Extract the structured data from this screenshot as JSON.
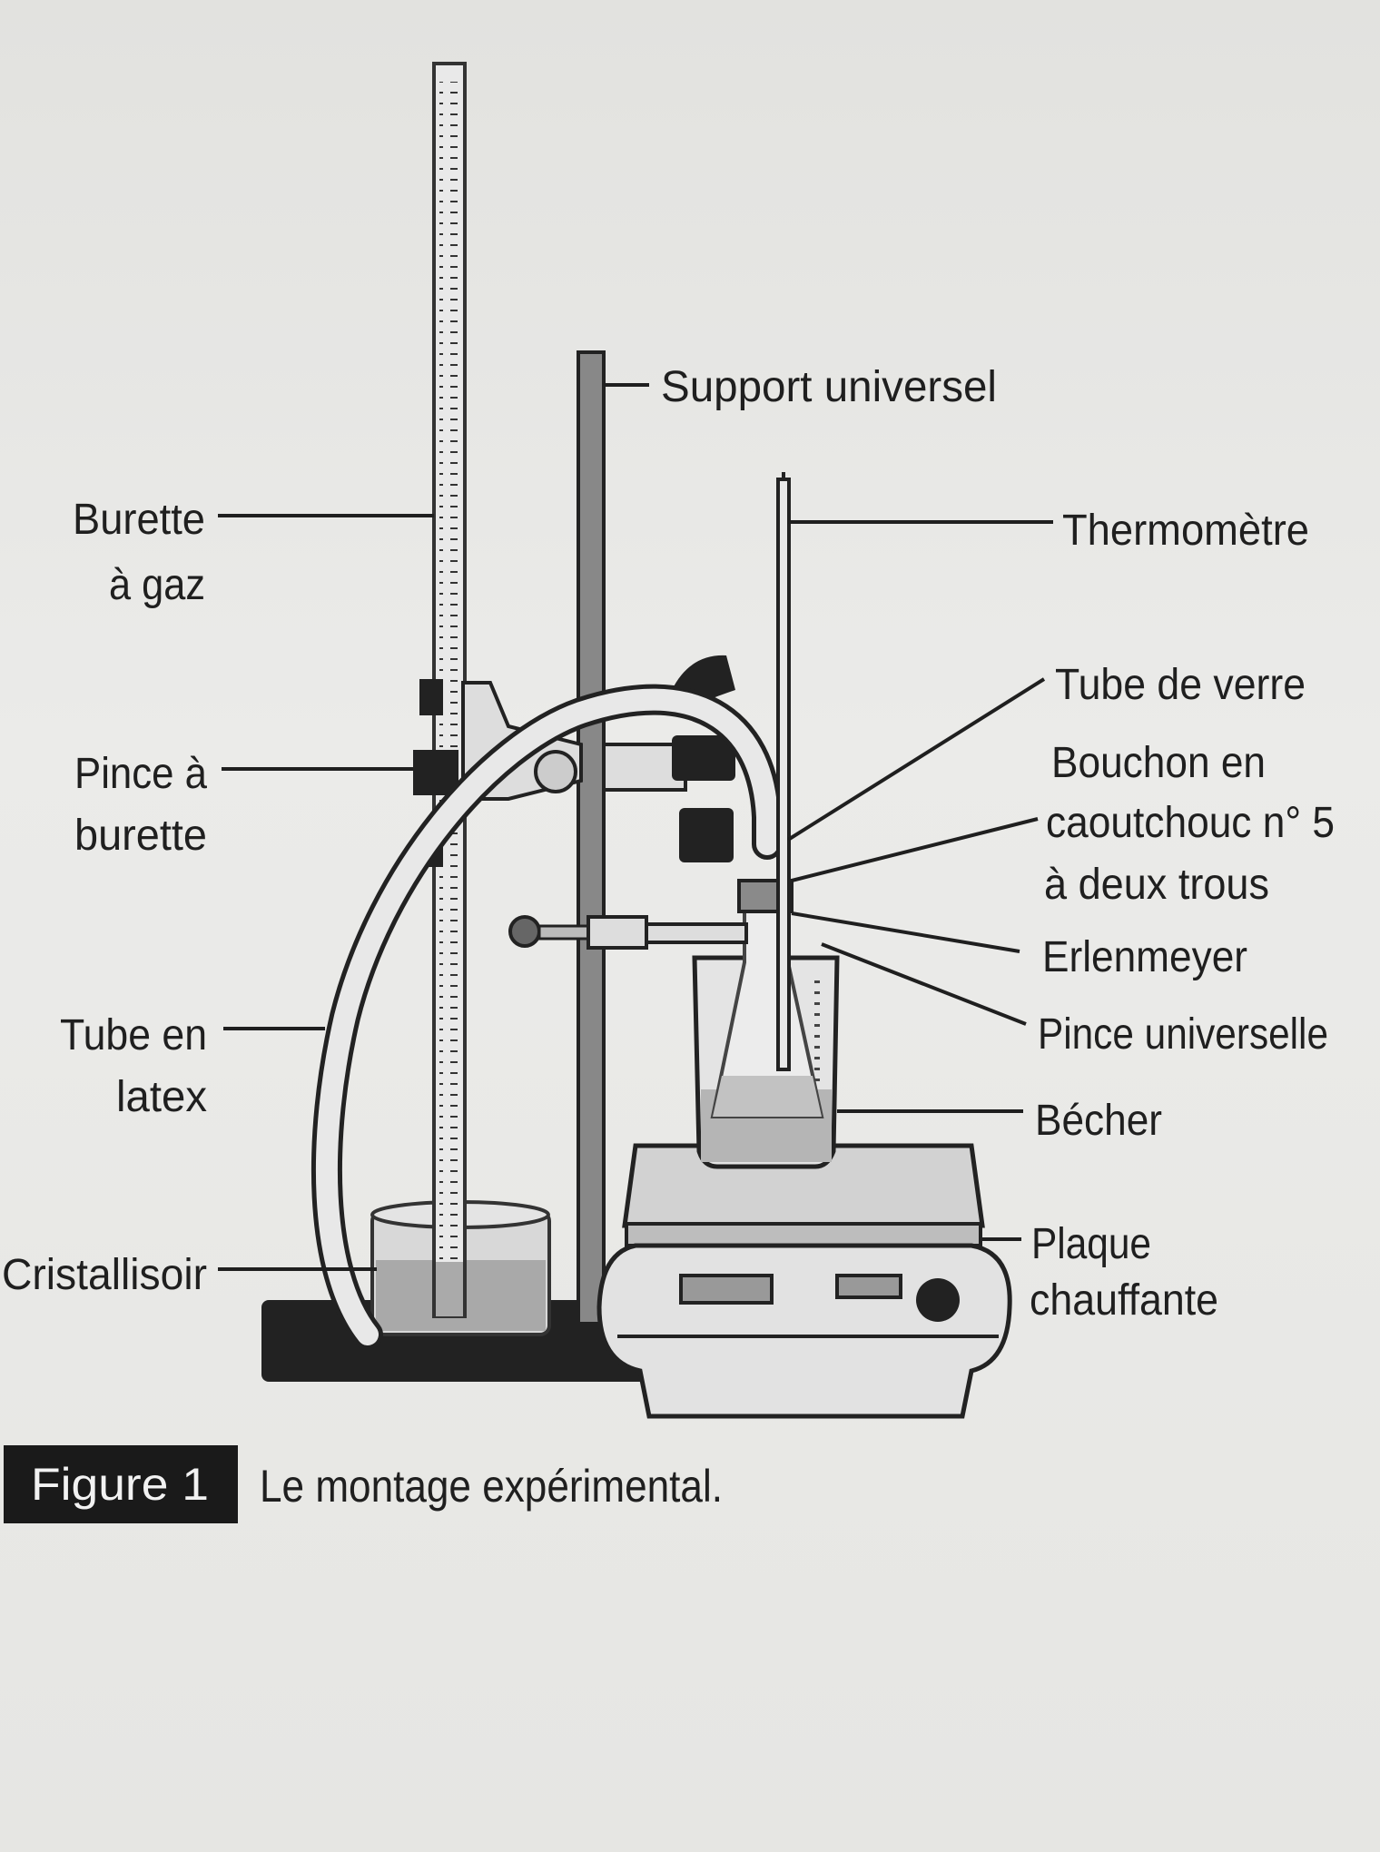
{
  "diagram": {
    "labels": {
      "support_universel": "Support universel",
      "burette_line1": "Burette",
      "burette_line2": "à gaz",
      "thermometre": "Thermomètre",
      "tube_verre": "Tube de verre",
      "bouchon_line1": "Bouchon en",
      "bouchon_line2": "caoutchouc n° 5",
      "bouchon_line3": "à deux trous",
      "pince_burette_line1": "Pince à",
      "pince_burette_line2": "burette",
      "erlenmeyer": "Erlenmeyer",
      "pince_universelle": "Pince universelle",
      "tube_latex_line1": "Tube en",
      "tube_latex_line2": "latex",
      "becher": "Bécher",
      "cristallisoir": "Cristallisoir",
      "plaque_line1": "Plaque",
      "plaque_line2": "chauffante"
    },
    "caption": {
      "badge": "Figure 1",
      "text": "Le montage expérimental."
    }
  },
  "colors": {
    "ink": "#1f1f1f",
    "badge_bg": "#1a1a1a",
    "badge_text": "#f2f2f2",
    "liquid": "#b9b9b9",
    "glass": "#dcdcdc"
  }
}
